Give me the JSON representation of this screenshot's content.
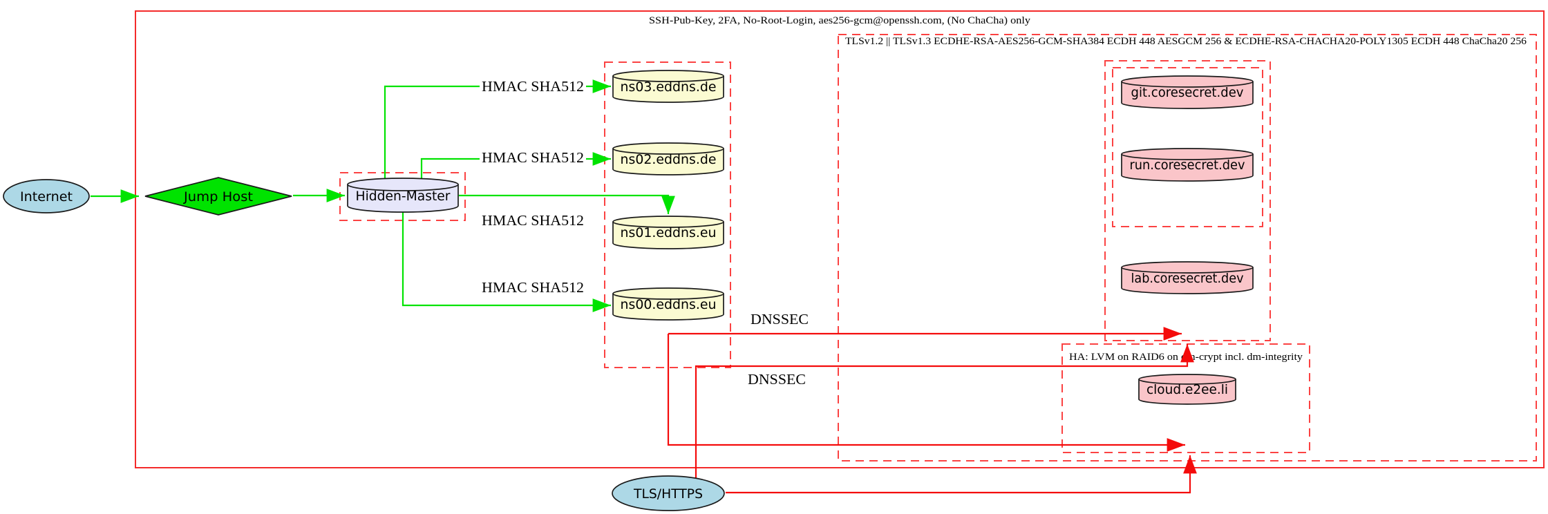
{
  "diagram": {
    "outer_cluster_label": "SSH-Pub-Key, 2FA, No-Root-Login, aes256-gcm@openssh.com, (No ChaCha) only",
    "tls_cluster_label": "TLSv1.2 || TLSv1.3 ECDHE-RSA-AES256-GCM-SHA384 ECDH 448 AESGCM 256 & ECDHE-RSA-CHACHA20-POLY1305 ECDH 448 ChaCha20 256",
    "ha_cluster_label": "HA: LVM on RAID6 on dm-crypt incl. dm-integrity",
    "nodes": {
      "internet": "Internet",
      "jump_host": "Jump Host",
      "hidden_master": "Hidden-Master",
      "ns03": "ns03.eddns.de",
      "ns02": "ns02.eddns.de",
      "ns01": "ns01.eddns.eu",
      "ns00": "ns00.eddns.eu",
      "git": "git.coresecret.dev",
      "run": "run.coresecret.dev",
      "lab": "lab.coresecret.dev",
      "cloud": "cloud.e2ee.li",
      "tls_https": "TLS/HTTPS"
    },
    "edge_labels": {
      "hmac_ns03": "HMAC SHA512",
      "hmac_ns02": "HMAC SHA512",
      "hmac_ns01": "HMAC SHA512",
      "hmac_ns00": "HMAC SHA512",
      "dnssec_top": "DNSSEC",
      "dnssec_bottom": "DNSSEC"
    },
    "colors": {
      "edge_green": "#00e300",
      "edge_red": "#f40b0b",
      "cluster_border_red": "#fb4242",
      "outer_border_red": "#f42a2a",
      "node_lightblue": "#add8e6",
      "node_green": "#00e300",
      "node_lavender": "#e6e6fa",
      "node_lightyellow": "#fbfbd2",
      "node_pink": "#fac5c9"
    }
  }
}
